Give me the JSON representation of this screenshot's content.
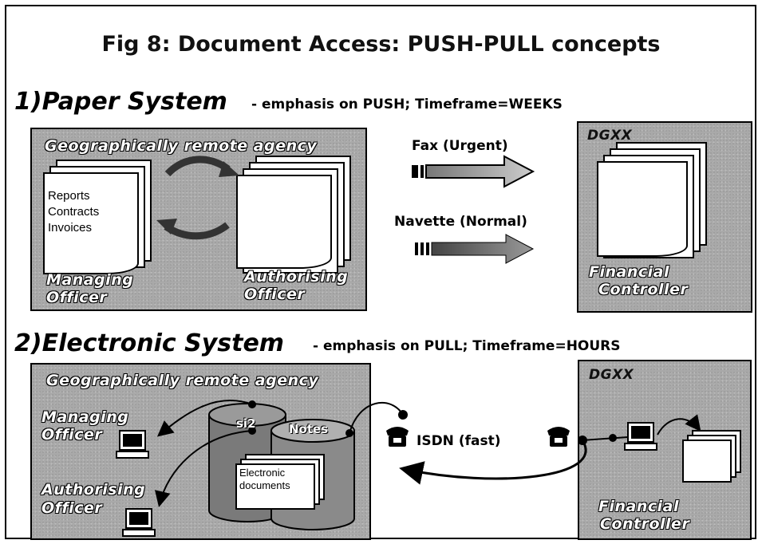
{
  "title": "Fig 8: Document Access: PUSH-PULL concepts",
  "section1": {
    "heading": "1)Paper System",
    "subtitle": "- emphasis on PUSH; Timeframe=WEEKS",
    "agency_label": "Geographically remote agency",
    "doc_lines": [
      "Reports",
      "Contracts",
      "Invoices"
    ],
    "managing_officer": [
      "Managing",
      "Officer"
    ],
    "authorising_officer": [
      "Authorising",
      "Officer"
    ],
    "fax_label": "Fax (Urgent)",
    "navette_label": "Navette (Normal)",
    "dg_label": "DGXX",
    "financial_controller": [
      "Financial",
      "Controller"
    ]
  },
  "section2": {
    "heading": "2)Electronic System",
    "subtitle": "- emphasis on PULL; Timeframe=HOURS",
    "agency_label": "Geographically remote agency",
    "managing_officer": [
      "Managing",
      "Officer"
    ],
    "authorising_officer": [
      "Authorising",
      "Officer"
    ],
    "db1_label": "si2",
    "db2_label": "Notes",
    "edoc_lines": [
      "Electronic",
      "documents"
    ],
    "isdn_label": "ISDN (fast)",
    "dg_label": "DGXX",
    "financial_controller": [
      "Financial",
      "Controller"
    ]
  }
}
